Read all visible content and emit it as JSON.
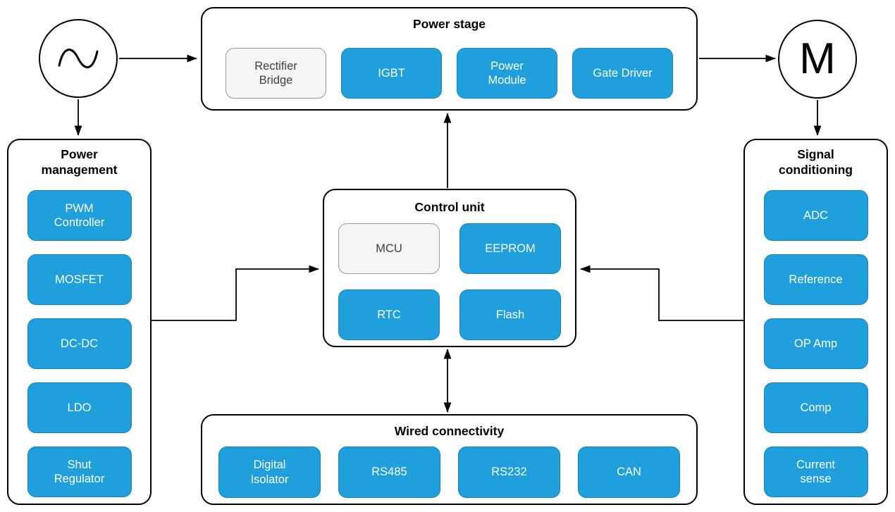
{
  "colors": {
    "chip_blue_fill": "#1FA0DC",
    "chip_blue_border": "#1583BC",
    "chip_gray_fill": "#F5F5F5",
    "chip_gray_border": "#999999",
    "chip_gray_text": "#404040",
    "chip_text_on_blue": "#FFFFFF",
    "outline": "#000000",
    "background": "#FFFFFF"
  },
  "nodes": {
    "ac_source": {
      "icon": "sine-wave-icon"
    },
    "motor": {
      "label": "M"
    }
  },
  "groups": {
    "power_stage": {
      "title": "Power stage",
      "chips": [
        {
          "label": "Rectifier\nBridge",
          "variant": "gray"
        },
        {
          "label": "IGBT",
          "variant": "blue"
        },
        {
          "label": "Power\nModule",
          "variant": "blue"
        },
        {
          "label": "Gate Driver",
          "variant": "blue"
        }
      ]
    },
    "power_management": {
      "title": "Power\nmanagement",
      "chips": [
        {
          "label": "PWM\nController",
          "variant": "blue"
        },
        {
          "label": "MOSFET",
          "variant": "blue"
        },
        {
          "label": "DC-DC",
          "variant": "blue"
        },
        {
          "label": "LDO",
          "variant": "blue"
        },
        {
          "label": "Shut\nRegulator",
          "variant": "blue"
        }
      ]
    },
    "control_unit": {
      "title": "Control unit",
      "chips": [
        {
          "label": "MCU",
          "variant": "gray"
        },
        {
          "label": "EEPROM",
          "variant": "blue"
        },
        {
          "label": "RTC",
          "variant": "blue"
        },
        {
          "label": "Flash",
          "variant": "blue"
        }
      ]
    },
    "signal_conditioning": {
      "title": "Signal\nconditioning",
      "chips": [
        {
          "label": "ADC",
          "variant": "blue"
        },
        {
          "label": "Reference",
          "variant": "blue"
        },
        {
          "label": "OP Amp",
          "variant": "blue"
        },
        {
          "label": "Comp",
          "variant": "blue"
        },
        {
          "label": "Current\nsense",
          "variant": "blue"
        }
      ]
    },
    "wired_connectivity": {
      "title": "Wired connectivity",
      "chips": [
        {
          "label": "Digital\nIsolator",
          "variant": "blue"
        },
        {
          "label": "RS485",
          "variant": "blue"
        },
        {
          "label": "RS232",
          "variant": "blue"
        },
        {
          "label": "CAN",
          "variant": "blue"
        }
      ]
    }
  },
  "connectors": [
    {
      "name": "ac-to-power-stage",
      "type": "arrow"
    },
    {
      "name": "ac-to-power-management",
      "type": "arrow"
    },
    {
      "name": "power-stage-to-motor",
      "type": "arrow"
    },
    {
      "name": "motor-to-signal-conditioning",
      "type": "arrow"
    },
    {
      "name": "control-unit-to-power-stage",
      "type": "arrow"
    },
    {
      "name": "control-unit-wired-connectivity",
      "type": "double-arrow"
    },
    {
      "name": "power-management-to-control-unit",
      "type": "elbow-arrow"
    },
    {
      "name": "signal-conditioning-to-control-unit",
      "type": "elbow-arrow"
    }
  ]
}
